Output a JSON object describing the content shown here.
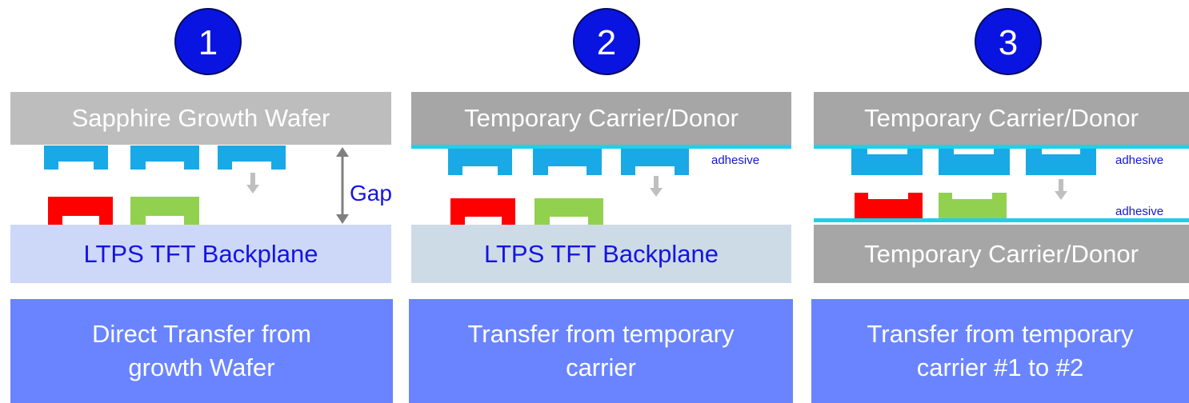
{
  "panels": [
    {
      "number": "1",
      "top_layer": "Sapphire Growth Wafer",
      "bottom_layer": "LTPS TFT Backplane",
      "gap_label": "Gap",
      "caption_line1": "Direct Transfer from",
      "caption_line2": "growth Wafer"
    },
    {
      "number": "2",
      "top_layer": "Temporary Carrier/Donor",
      "bottom_layer": "LTPS TFT Backplane",
      "adhesive_label": "adhesive",
      "caption_line1": "Transfer from temporary",
      "caption_line2": "carrier"
    },
    {
      "number": "3",
      "top_layer": "Temporary Carrier/Donor",
      "bottom_layer": "Temporary Carrier/Donor",
      "adhesive_label_top": "adhesive",
      "adhesive_label_bottom": "adhesive",
      "caption_line1": "Transfer from temporary",
      "caption_line2": "carrier #1 to #2"
    }
  ],
  "colors": {
    "circle": "#0a14e0",
    "blue_chip": "#19a9e6",
    "red_chip": "#ff0000",
    "green_chip": "#92d050",
    "adhesive": "#1fd0e8",
    "caption_bg": "#6a84ff",
    "arrow_gray": "#bfbfbf"
  }
}
